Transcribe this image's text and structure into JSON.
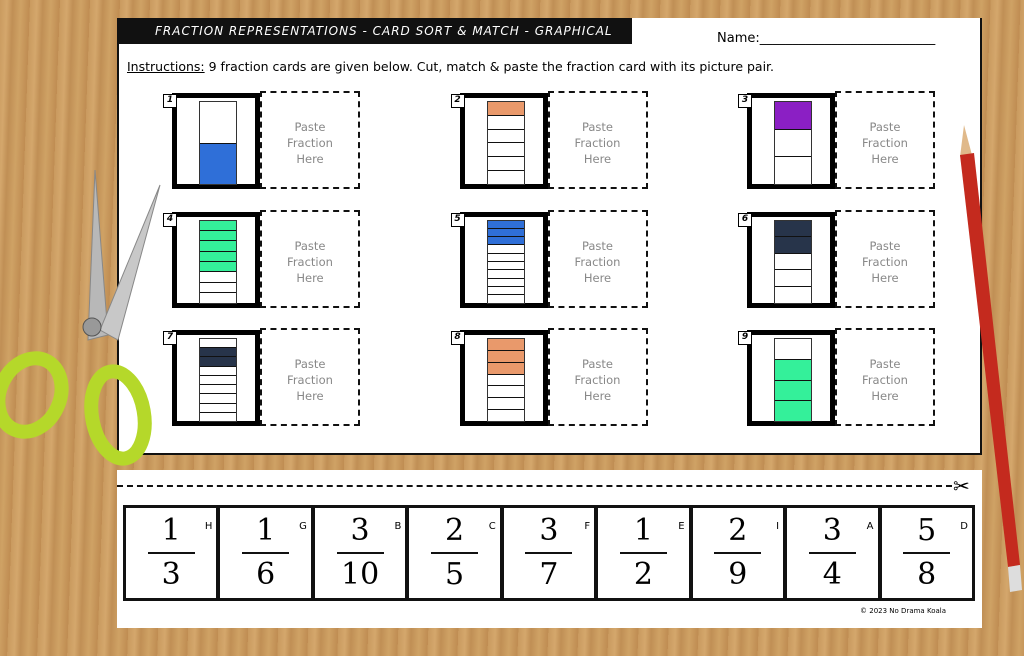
{
  "title": "FRACTION REPRESENTATIONS - CARD SORT & MATCH - GRAPHICAL",
  "name_label": "Name:___________________________",
  "instructions": {
    "label": "Instructions:",
    "text": "9 fraction cards are given below. Cut, match & paste the fraction card with its picture pair."
  },
  "paste_text": "Paste\nFraction\nHere",
  "cards": [
    {
      "number": "1",
      "parts": 2,
      "filled": [
        1
      ],
      "color": "#2f6fd8"
    },
    {
      "number": "2",
      "parts": 6,
      "filled": [
        0
      ],
      "color": "#e9996b"
    },
    {
      "number": "3",
      "parts": 3,
      "filled": [
        0
      ],
      "color": "#8b1fc4"
    },
    {
      "number": "4",
      "parts": 8,
      "filled": [
        0,
        1,
        2,
        3,
        4
      ],
      "color": "#34f09a"
    },
    {
      "number": "5",
      "parts": 10,
      "filled": [
        0,
        1,
        2
      ],
      "color": "#2f6fd8"
    },
    {
      "number": "6",
      "parts": 5,
      "filled": [
        0,
        1
      ],
      "color": "#27344a"
    },
    {
      "number": "7",
      "parts": 9,
      "filled": [
        1,
        2
      ],
      "color": "#27344a"
    },
    {
      "number": "8",
      "parts": 7,
      "filled": [
        0,
        1,
        2
      ],
      "color": "#e9996b"
    },
    {
      "number": "9",
      "parts": 4,
      "filled": [
        1,
        2,
        3
      ],
      "color": "#34f09a"
    }
  ],
  "fractions": [
    {
      "num": "1",
      "den": "3",
      "letter": "H"
    },
    {
      "num": "1",
      "den": "6",
      "letter": "G"
    },
    {
      "num": "3",
      "den": "10",
      "letter": "B"
    },
    {
      "num": "2",
      "den": "5",
      "letter": "C"
    },
    {
      "num": "3",
      "den": "7",
      "letter": "F"
    },
    {
      "num": "1",
      "den": "2",
      "letter": "E"
    },
    {
      "num": "2",
      "den": "9",
      "letter": "I"
    },
    {
      "num": "3",
      "den": "4",
      "letter": "A"
    },
    {
      "num": "5",
      "den": "8",
      "letter": "D"
    }
  ],
  "scissors_glyph": "✂",
  "copyright": "© 2023 No Drama Koala"
}
